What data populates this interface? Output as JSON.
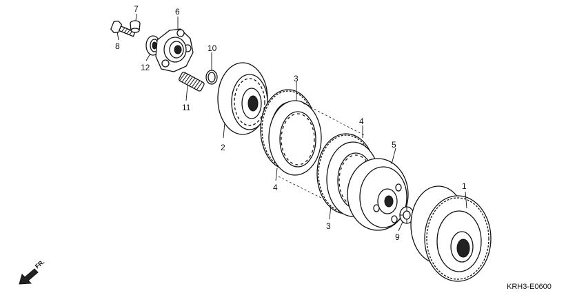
{
  "callouts": [
    "1",
    "2",
    "3",
    "3",
    "4",
    "4",
    "5",
    "6",
    "7",
    "8",
    "9",
    "10",
    "11",
    "12"
  ],
  "diagram_code": "KRH3-E0600",
  "direction_label": "FR."
}
